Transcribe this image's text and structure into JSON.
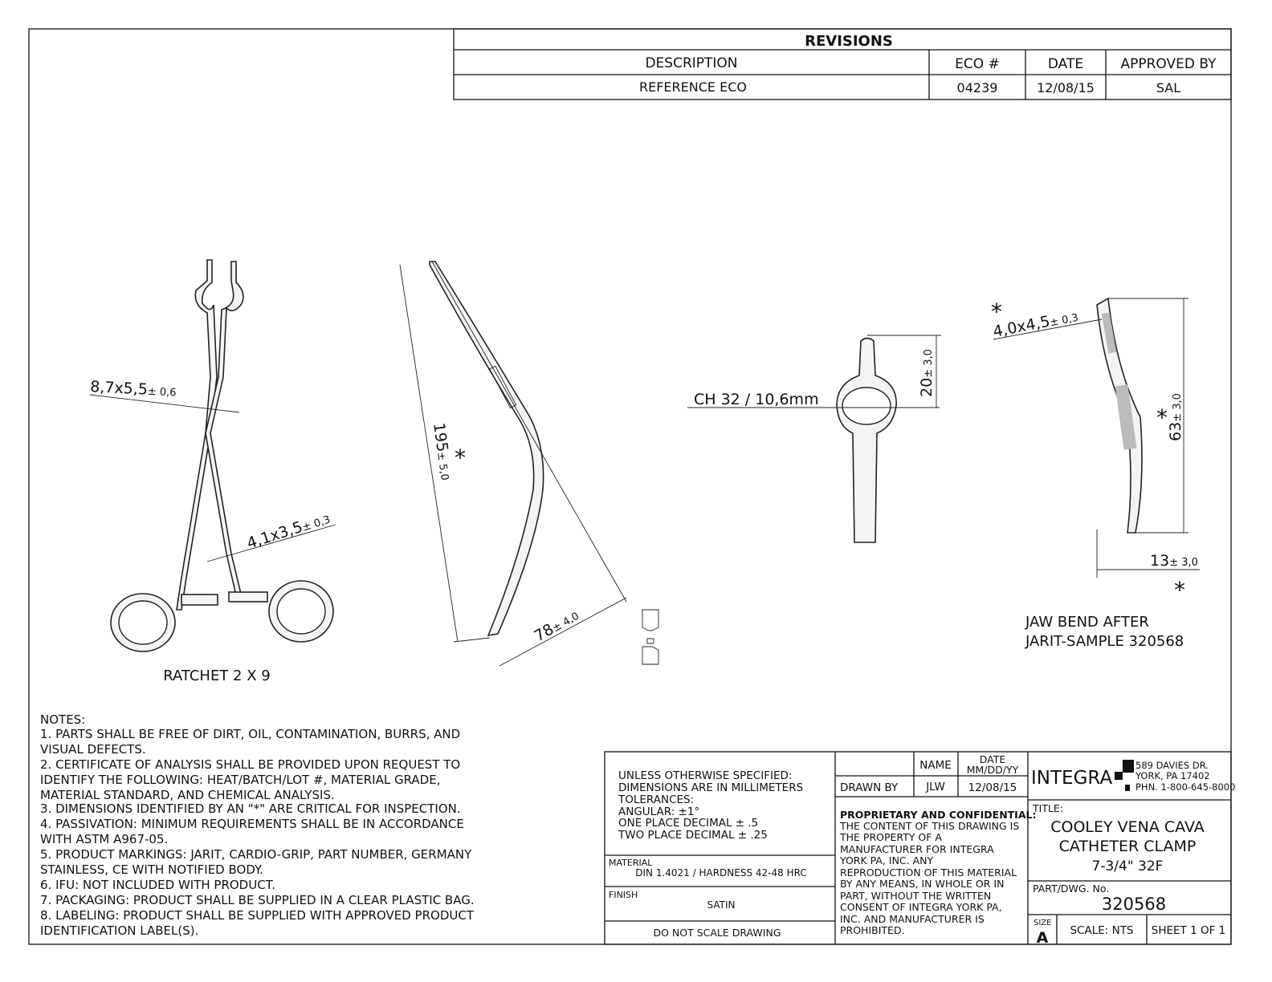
{
  "revisions": {
    "title": "REVISIONS",
    "headers": [
      "DESCRIPTION",
      "ECO #",
      "DATE",
      "APPROVED BY"
    ],
    "rows": [
      [
        "REFERENCE ECO",
        "04239",
        "12/08/15",
        "SAL"
      ]
    ]
  },
  "views": {
    "front": {
      "dim1": "8,7x5,5",
      "tol1": "± 0,6",
      "dim2": "4,1x3,5",
      "tol2": "± 0,3",
      "caption": "RATCHET 2 X 9"
    },
    "side": {
      "dim1": "195",
      "tol1": "± 5,0",
      "dim2": "78",
      "tol2": "± 4,0",
      "critical": "*"
    },
    "ring": {
      "label": "CH 32 / 10,6mm",
      "dim": "20",
      "tol": "± 3,0"
    },
    "jaw": {
      "dim1": "4,0x4,5",
      "tol1": "± 0,3",
      "dim2": "63",
      "tol2": "± 3,0",
      "dim3": "13",
      "tol3": "± 3,0",
      "critical": "*",
      "caption1": "JAW BEND AFTER",
      "caption2": "JARIT-SAMPLE 320568"
    }
  },
  "notes": {
    "title": "NOTES:",
    "lines": [
      "1.  PARTS SHALL BE FREE OF DIRT, OIL, CONTAMINATION, BURRS, AND",
      "     VISUAL DEFECTS.",
      "2.  CERTIFICATE OF ANALYSIS SHALL BE PROVIDED UPON REQUEST TO",
      "     IDENTIFY THE FOLLOWING: HEAT/BATCH/LOT #, MATERIAL GRADE,",
      "     MATERIAL STANDARD, AND CHEMICAL ANALYSIS.",
      "3.  DIMENSIONS IDENTIFIED BY AN \"*\" ARE CRITICAL FOR INSPECTION.",
      "4.  PASSIVATION: MINIMUM REQUIREMENTS SHALL BE IN ACCORDANCE",
      "     WITH ASTM A967-05.",
      "5.  PRODUCT MARKINGS: JARIT, CARDIO-GRIP, PART NUMBER, GERMANY",
      "     STAINLESS, CE WITH NOTIFIED BODY.",
      "6.  IFU: NOT INCLUDED WITH PRODUCT.",
      "7.  PACKAGING: PRODUCT  SHALL BE SUPPLIED IN A CLEAR PLASTIC BAG.",
      "8.  LABELING: PRODUCT SHALL BE SUPPLIED WITH APPROVED PRODUCT",
      "     IDENTIFICATION LABEL(S)."
    ]
  },
  "title_block": {
    "tolerances": [
      "UNLESS OTHERWISE SPECIFIED:",
      "DIMENSIONS ARE IN MILLIMETERS",
      "TOLERANCES:",
      "ANGULAR: ±1°",
      "ONE PLACE DECIMAL ± .5",
      "TWO PLACE DECIMAL ± .25"
    ],
    "material_label": "MATERIAL",
    "material": "DIN 1.4021 / HARDNESS 42-48 HRC",
    "finish_label": "FINISH",
    "finish": "SATIN",
    "do_not_scale": "DO NOT SCALE DRAWING",
    "name_header": "NAME",
    "date_header1": "DATE",
    "date_header2": "MM/DD/YY",
    "drawn_by_label": "DRAWN BY",
    "drawn_by": "JLW",
    "drawn_date": "12/08/15",
    "proprietary_title": "PROPRIETARY AND CONFIDENTIAL:",
    "proprietary_lines": [
      "THE CONTENT OF THIS DRAWING IS",
      "THE PROPERTY OF A",
      "MANUFACTURER FOR INTEGRA",
      "YORK PA, INC. ANY",
      "REPRODUCTION OF THIS MATERIAL",
      "BY ANY MEANS, IN WHOLE OR IN",
      "PART, WITHOUT THE WRITTEN",
      "CONSENT OF INTEGRA YORK PA,",
      "INC. AND MANUFACTURER IS",
      "PROHIBITED."
    ],
    "company": "INTEGRA",
    "address": [
      "589 DAVIES DR.",
      "YORK, PA 17402",
      "PHN. 1-800-645-8000"
    ],
    "title_label": "TITLE:",
    "title_lines": [
      "COOLEY VENA CAVA",
      "CATHETER CLAMP",
      "7-3/4\" 32F"
    ],
    "part_label": "PART/DWG. No.",
    "part_no": "320568",
    "size_label": "SIZE",
    "size": "A",
    "scale": "SCALE: NTS",
    "sheet": "SHEET 1 OF 1"
  }
}
